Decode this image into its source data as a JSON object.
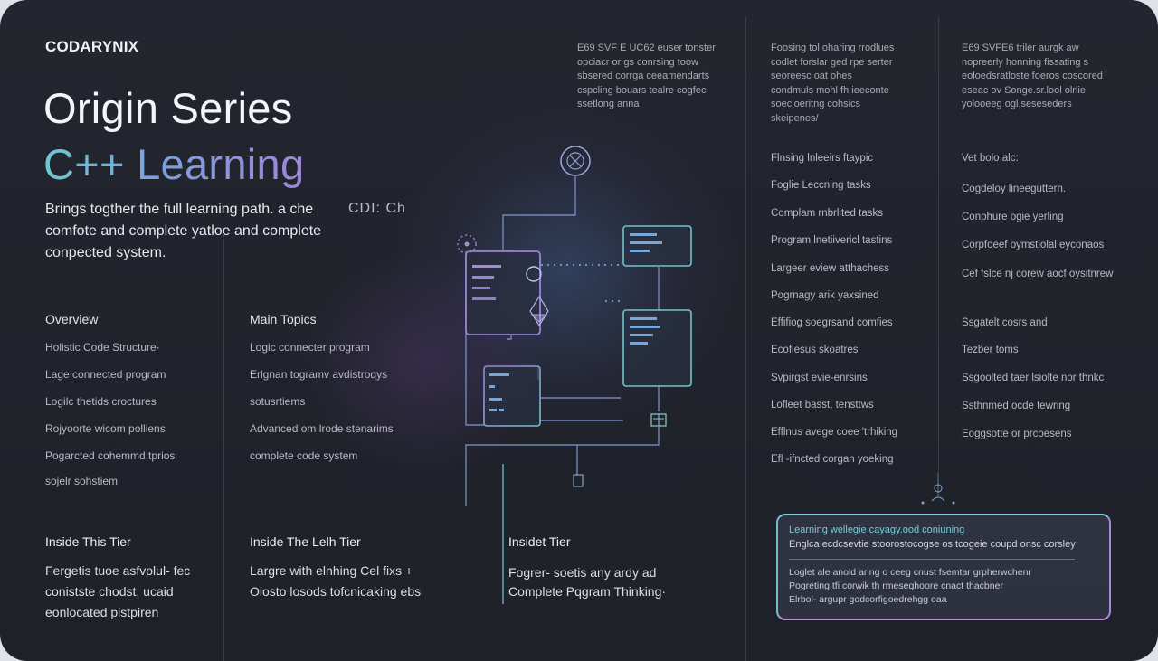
{
  "brand": "CODARYNIX",
  "hero": {
    "title_line1": "Origin Series",
    "title_line2": "C++ Learning",
    "intro": [
      "Brings togther the full learning path. a che",
      "comfote and complete yatloe and complete",
      "conpected system."
    ],
    "tag": "CDI:   Ch"
  },
  "overview": {
    "heading": "Overview",
    "items": [
      "Holistic Code Structure·",
      "Lage connected program",
      "Logilc  thetids croctures",
      "Rojyoorte  wicom polliens",
      "Pogarcted cohemmd tprios",
      "sojelr sohstiem"
    ]
  },
  "main_topics": {
    "heading": "Main Topics",
    "items": [
      "Logic connecter program",
      "Erlgnan togramv avdistroqys",
      "sotusrtiems",
      "Advanced om lrode stenarims",
      "complete code system"
    ]
  },
  "tiers": [
    {
      "heading": "Inside This Tier",
      "lines": [
        "Fergetis tuoe asfvolul- fec",
        "conistste chodst, ucaid",
        "eonlocated pistpiren"
      ]
    },
    {
      "heading": "Inside The Lelh Tier",
      "lines": [
        "Largre with elnhing Cel fixs +",
        "Oiosto losods tofcnicaking ebs"
      ]
    },
    {
      "heading": "Insidet Tier",
      "lines": [
        "Fogrer- soetis any ardy ad",
        "Complete Pqgram Thinking·"
      ]
    }
  ],
  "top_paragraphs": [
    [
      "E69 SVF E UC62 euser tonster",
      "opciacr or gs conrsing toow",
      "sbsered corrga ceeamendarts",
      "cspcling bouars tealre cogfec",
      "ssetlong anna"
    ],
    [
      "Foosing tol oharing rrodlues",
      "codlet forslar ged rpe serter",
      "seoreesc oat ohes",
      "condmuls mohl fh ieeconte",
      "soecloeritng cohsics",
      "skeipenes/"
    ],
    [
      "E69 SVFE6 triler aurgk aw",
      "nopreerly honning fissating s",
      "eoloedsratloste foeros coscored",
      "eseac ov Songe.sr.lool olrlie",
      "yolooeeg ogl.seseseders"
    ]
  ],
  "right_list": [
    "Flnsing lnleeirs ftaypic",
    "Foglie Leccning tasks",
    "Complam rnbrlited tasks",
    "Program lnetiivericl tastins",
    "Largeer eview atthachess",
    "Pogrnagy arik yaxsined",
    "Effifiog soegrsand comfies",
    "Ecofiesus skoatres",
    "Svpirgst evie-enrsins",
    "Lofleet basst, tensttws",
    "Efflnus avege coee 'trhiking",
    "Efl -ifncted corgan yoeking"
  ],
  "far_right": {
    "heading": "Vet bolo alc:",
    "items_a": [
      "Cogdeloy lineeguttern.",
      "Conphure ogie yerling",
      "Corpfoeef oymstiolal eyconaos",
      "Cef fslce nj corew aocf oysitnrew"
    ],
    "items_b": [
      "Ssgatelt cosrs and",
      "Tezber toms",
      "Ssgoolted taer lsiolte nor thnkc",
      "Ssthnmed ocde tewring",
      "Eoggsotte or prcoesens"
    ]
  },
  "bubble": {
    "line1": "Learning wellegie cayagy.ood coniuning",
    "line2": "Englca ecdcsevtie stoorostocogse os tcogeie coupd onsc corsley",
    "line3": "Loglet ale anold aring o ceeg cnust fsemtar grpherwchenr",
    "line4": "Pogreting tfi corwik th rmeseghoore cnact thacbner",
    "line5": "Elrbol- argupr godcorfigoedrehgg oaa"
  },
  "colors": {
    "background": "#22242c",
    "accent_teal": "#6ec9d1",
    "accent_blue": "#7c9fdc",
    "accent_purple": "#9e86d8"
  }
}
